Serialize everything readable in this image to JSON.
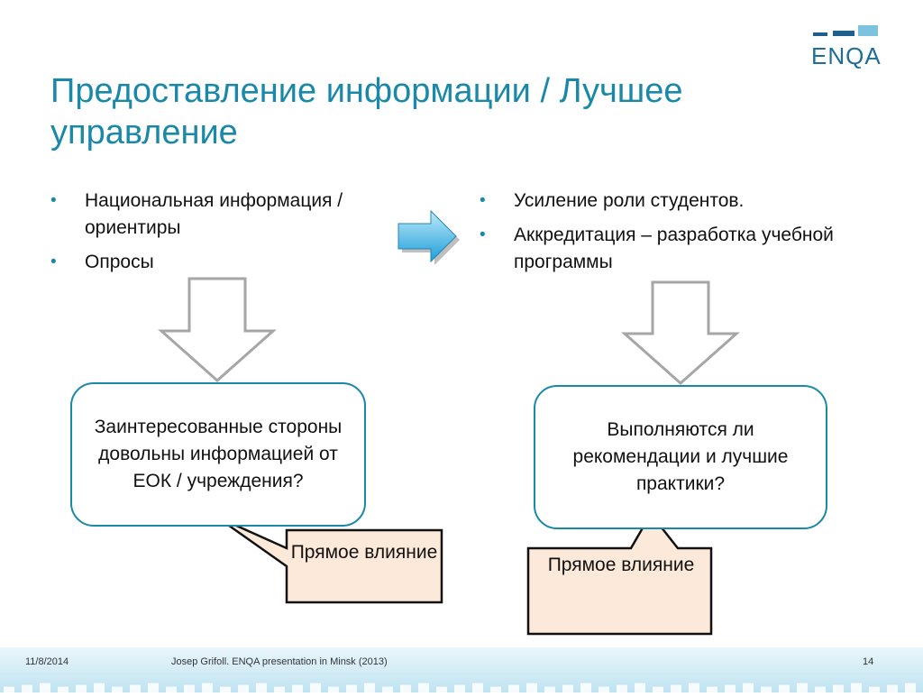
{
  "logo": {
    "text": "ENQA"
  },
  "title": "Предоставление информации / Лучшее управление",
  "left_bullets": [
    "Национальная информация /ориентиры",
    "Опросы"
  ],
  "right_bullets": [
    "Усиление роли студентов.",
    "Аккредитация – разработка учебной программы"
  ],
  "left_box": "Заинтересованные стороны довольны информацией от ЕОК / учреждения?",
  "right_box": "Выполняются ли рекомендации и лучшие практики?",
  "left_callout": "Прямое влияние",
  "right_callout": "Прямое влияние",
  "footer": {
    "date": "11/8/2014",
    "presenter": "Josep Grifoll. ENQA presentation in Minsk (2013)",
    "page": "14"
  },
  "colors": {
    "accent": "#1a89a9",
    "logo_dark": "#1f5f8c",
    "logo_light": "#7cc3e0",
    "callout_fill": "#fde9d9",
    "arrow_outline": "#a6a6a6",
    "arrow_fill_top": "#bfeafb",
    "arrow_fill_bottom": "#1c9ed8"
  }
}
